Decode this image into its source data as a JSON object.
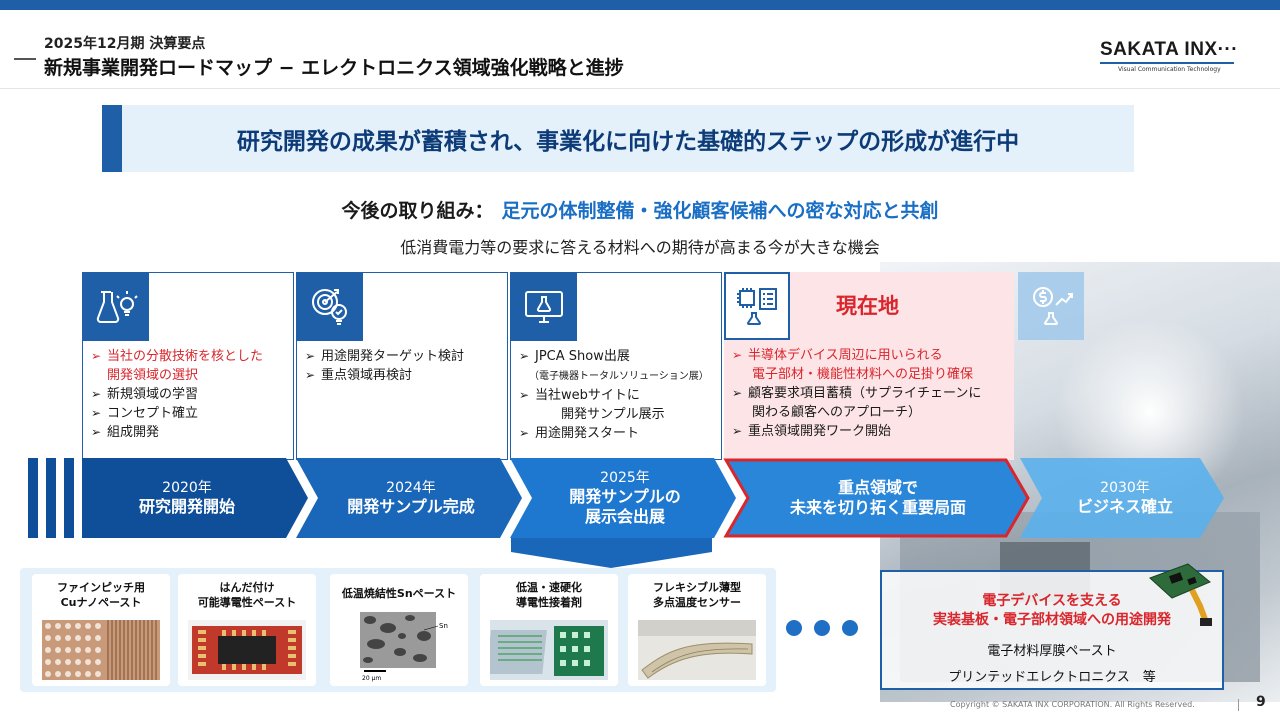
{
  "header": {
    "subtitle": "2025年12月期 決算要点",
    "title": "新規事業開発ロードマップ − エレクトロニクス領域強化戦略と進捗",
    "logo_main": "SAKATA INX···",
    "logo_sub": "Visual Communication Technology"
  },
  "banner": {
    "text": "研究開発の成果が蓄積され、事業化に向けた基礎的ステップの形成が進行中"
  },
  "policy": {
    "label": "今後の取り組み：",
    "value": "足元の体制整備・強化顧客候補への密な対応と共創",
    "subtext": "低消費電力等の要求に答える材料への期待が高まる今が大きな機会"
  },
  "cards": [
    {
      "icon": "lab-flask-icon",
      "items": [
        {
          "text": "当社の分散技術を核とした",
          "cont": "開発領域の選択",
          "red": true
        },
        {
          "text": "新規領域の学習"
        },
        {
          "text": "コンセプト確立"
        },
        {
          "text": "組成開発"
        }
      ]
    },
    {
      "icon": "target-bulb-icon",
      "items": [
        {
          "text": "用途開発ターゲット検討"
        },
        {
          "text": "重点領域再検討"
        }
      ]
    },
    {
      "icon": "monitor-flask-icon",
      "items": [
        {
          "text": "JPCA Show出展",
          "note": "（電子機器トータルソリューション展）"
        },
        {
          "text": "当社webサイトに",
          "cont": "開発サンプル展示"
        },
        {
          "text": "用途開発スタート"
        }
      ]
    },
    {
      "icon": "chip-checklist-icon",
      "highlight": "現在地",
      "items": [
        {
          "text": "半導体デバイス周辺に用いられる",
          "cont": "電子部材・機能性材料への足掛り確保",
          "red": true
        },
        {
          "text": "顧客要求項目蓄積（サプライチェーンに",
          "cont": "関わる顧客へのアプローチ）"
        },
        {
          "text": "重点領域開発ワーク開始"
        }
      ]
    },
    {
      "icon": "money-growth-icon",
      "items": []
    }
  ],
  "timeline": [
    {
      "year": "2020年",
      "name": "研究開発開始"
    },
    {
      "year": "2024年",
      "name": "開発サンプル完成"
    },
    {
      "year": "2025年",
      "name": "開発サンプルの",
      "name2": "展示会出展"
    },
    {
      "year": "",
      "name": "重点領域で",
      "name2": "未来を切り拓く重要局面"
    },
    {
      "year": "2030年",
      "name": "ビジネス確立"
    }
  ],
  "products": [
    {
      "title": "ファインピッチ用",
      "title2": "Cuナノペースト"
    },
    {
      "title": "はんだ付け",
      "title2": "可能導電性ペースト"
    },
    {
      "title": "低温焼結性Snペースト",
      "title2": ""
    },
    {
      "title": "低温・速硬化",
      "title2": "導電性接着剤"
    },
    {
      "title": "フレキシブル薄型",
      "title2": "多点温度センサー"
    }
  ],
  "sem": {
    "label": "Sn",
    "scale": "20 μm"
  },
  "application": {
    "title": "電子デバイスを支える",
    "title2": "実装基板・電子部材領域への用途開発",
    "item1": "電子材料厚膜ペースト",
    "item2": "プリンテッドエレクトロニクス　等"
  },
  "footer": {
    "copyright": "Copyright © SAKATA INX CORPORATION. All Rights Reserved.",
    "page": "9"
  },
  "colors": {
    "primary": "#1f5fa8",
    "accent_red": "#d9262c",
    "light_blue": "#e4f1fb",
    "pink": "#fde4e6"
  }
}
